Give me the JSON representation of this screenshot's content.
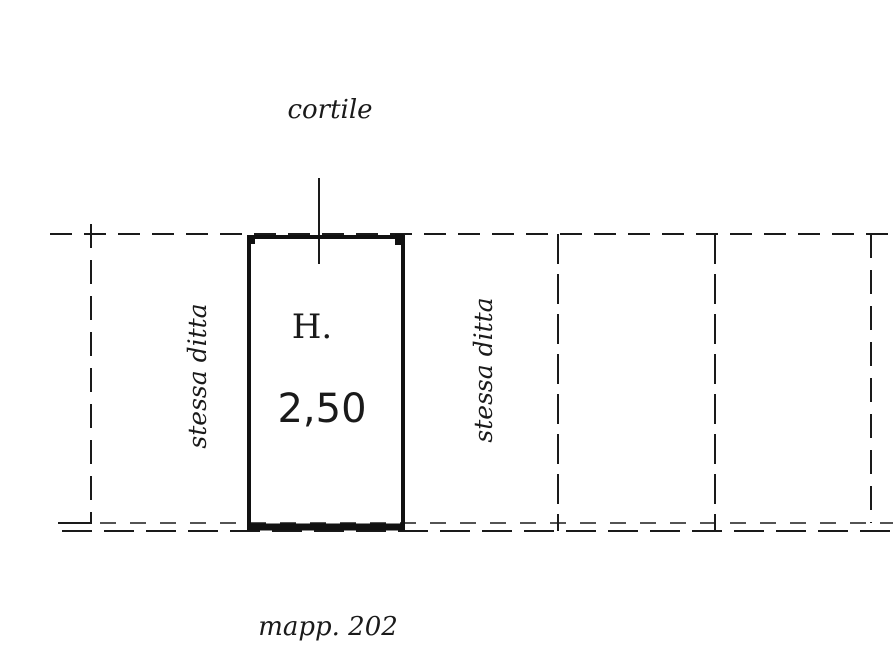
{
  "plan": {
    "top_label": "cortile",
    "room_height_label": "H.",
    "room_height_value": "2,50",
    "left_unit_label": "stessa ditta",
    "right_unit_label": "stessa ditta",
    "bottom_label": "mapp. 202",
    "line_color": "#1a1a1a",
    "wall_color": "#111111"
  }
}
